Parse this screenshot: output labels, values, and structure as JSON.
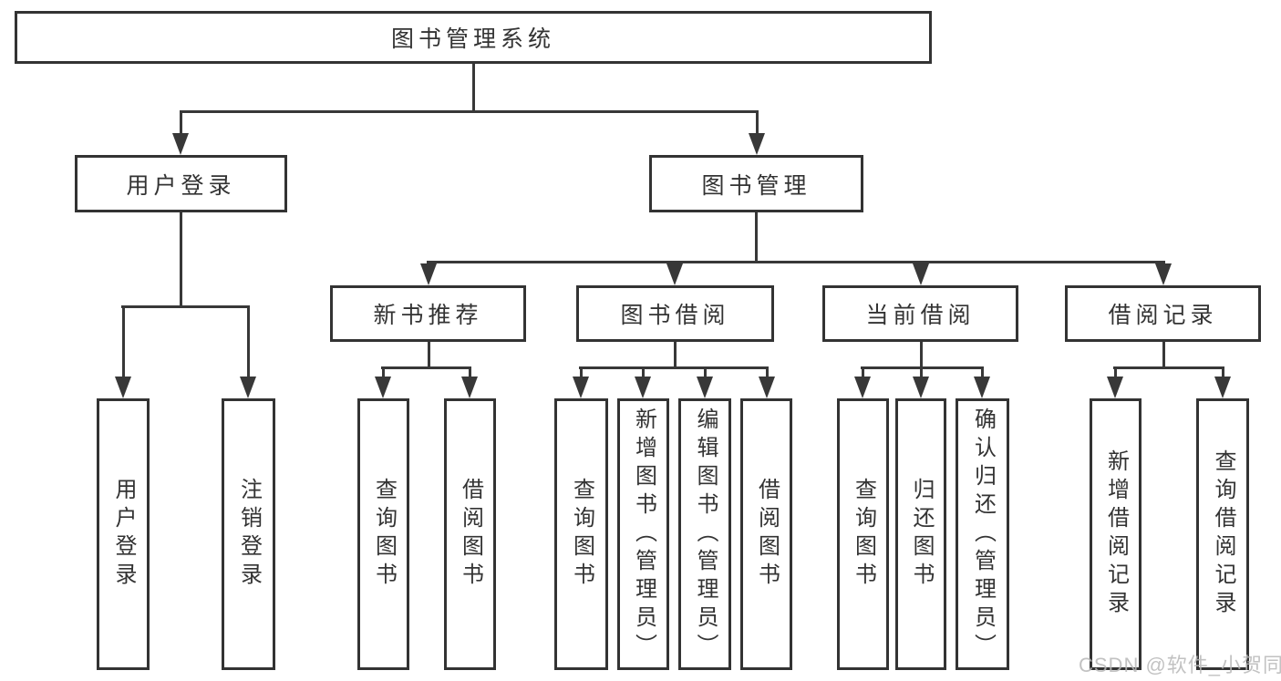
{
  "chart": {
    "root": {
      "label": "图书管理系统"
    },
    "user_login": {
      "label": "用户登录",
      "children": {
        "login": {
          "label": "用户登录"
        },
        "logout": {
          "label": "注销登录"
        }
      }
    },
    "book_management": {
      "label": "图书管理",
      "children": {
        "new_book_recommend": {
          "label": "新书推荐",
          "children": {
            "query_books": {
              "label": "查询图书"
            },
            "borrow_books": {
              "label": "借阅图书"
            }
          }
        },
        "book_borrow": {
          "label": "图书借阅",
          "children": {
            "query_books": {
              "label": "查询图书"
            },
            "add_books": {
              "label": "新增图书（管理员）"
            },
            "edit_books": {
              "label": "编辑图书（管理员）"
            },
            "borrow_books": {
              "label": "借阅图书"
            }
          }
        },
        "current_borrow": {
          "label": "当前借阅",
          "children": {
            "query_books": {
              "label": "查询图书"
            },
            "return_books": {
              "label": "归还图书"
            },
            "confirm_return": {
              "label": "确认归还（管理员）"
            }
          }
        },
        "borrow_records": {
          "label": "借阅记录",
          "children": {
            "add_borrow_record": {
              "label": "新增借阅记录"
            },
            "query_borrow_record": {
              "label": "查询借阅记录"
            }
          }
        }
      }
    }
  },
  "watermark": {
    "text": "CSDN @软件_小贺同学"
  },
  "colors": {
    "line": "#383838",
    "box_border": "#333333",
    "text": "#333333",
    "background": "#ffffff",
    "watermark": "#b8b8b8"
  }
}
